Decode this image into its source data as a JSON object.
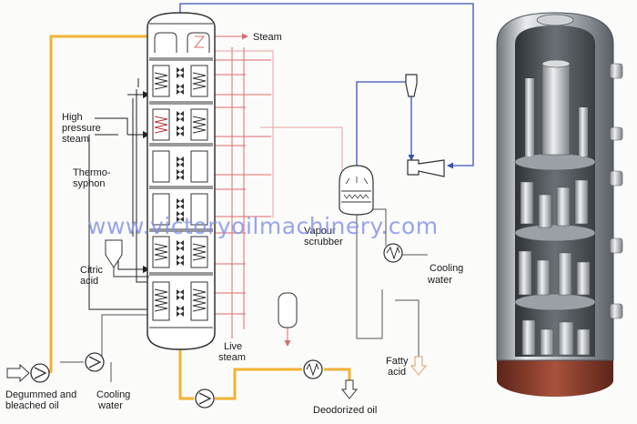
{
  "labels": {
    "steam": "Steam",
    "high_pressure_steam": [
      "High",
      "pressure",
      "steam"
    ],
    "thermosyphon": [
      "Thermo-",
      "syphon"
    ],
    "citric_acid": [
      "Citric",
      "acid"
    ],
    "live_steam": [
      "Live",
      "steam"
    ],
    "vapour_scrubber": [
      "Vapour",
      "scrubber"
    ],
    "cooling_water_right": [
      "Cooling",
      "water"
    ],
    "fatty_acid": [
      "Fatty",
      "acid"
    ],
    "degummed_oil": [
      "Degummed and",
      "bleached oil"
    ],
    "cooling_water_left": [
      "Cooling",
      "water"
    ],
    "deodorized_oil": "Deodorized oil"
  },
  "watermark": "www.victoryoilmachinery.com",
  "colors": {
    "oil_line": "#f2b233",
    "steam_line": "#e06a6a",
    "vapour_line": "#3a52b6",
    "vessel_line": "#333333",
    "water_line": "#555555",
    "watermark": "#7f8fe8"
  }
}
